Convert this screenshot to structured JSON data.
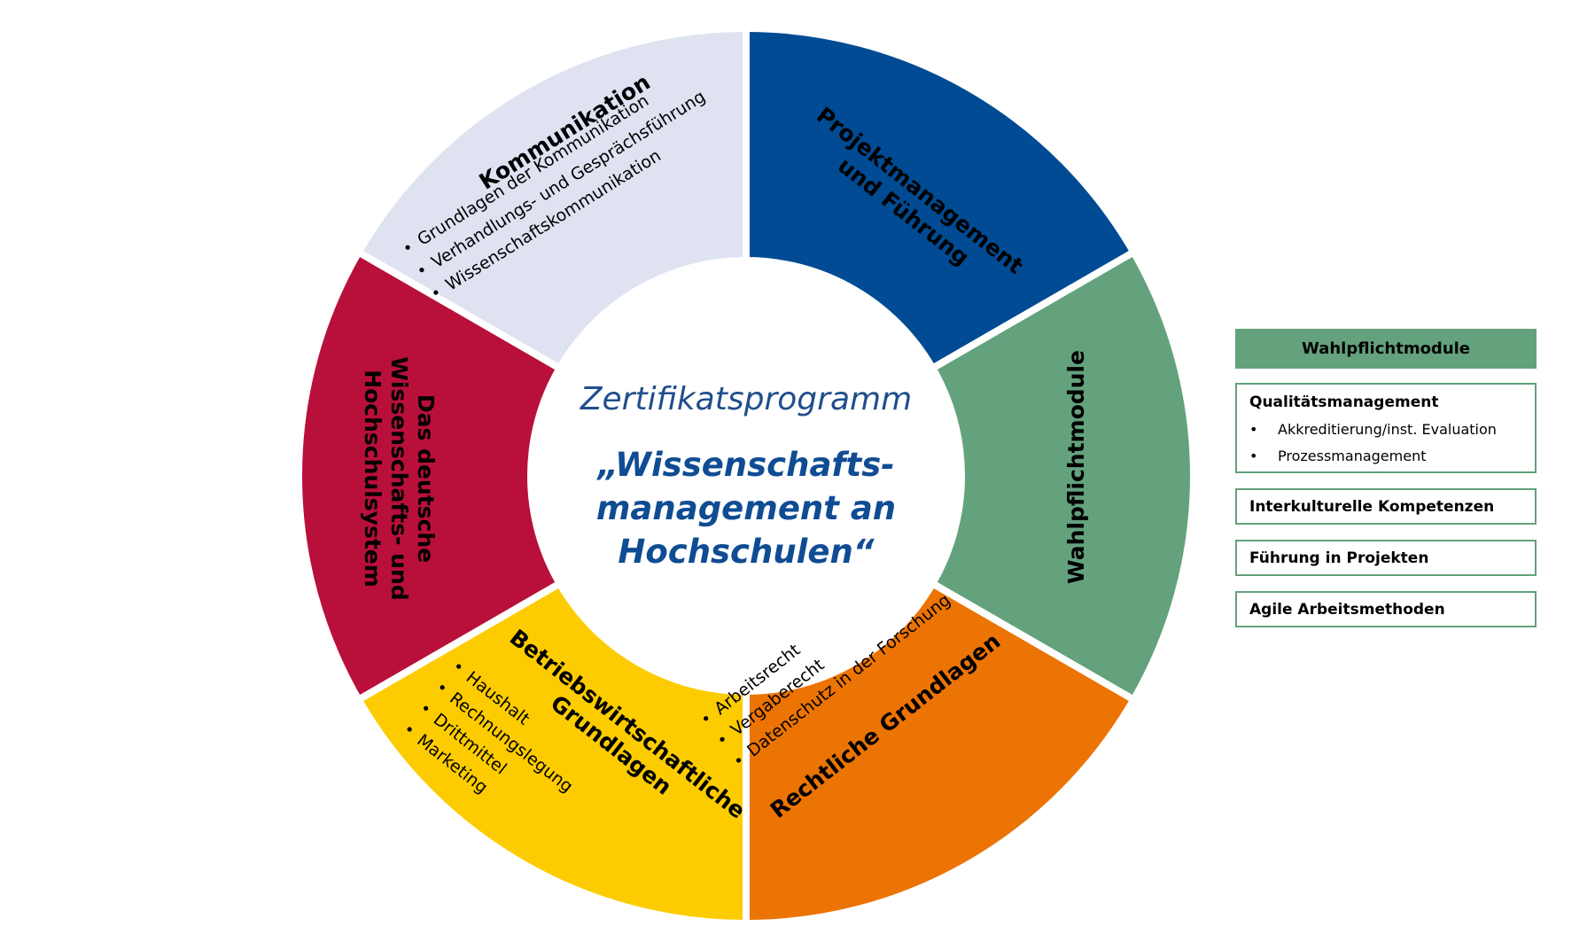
{
  "wheel": {
    "center": {
      "subtitle": "Zertifikatsprogramm",
      "title_lines": [
        "„Wissenschafts-",
        "management an",
        "Hochschulen“"
      ]
    },
    "segments": [
      {
        "id": "projekt",
        "color": "#004b93",
        "title_lines": [
          "Projektmanagement",
          "und Führung"
        ],
        "items": []
      },
      {
        "id": "wahlpflicht",
        "color": "#63a27c",
        "title_lines": [
          "Wahlpflichtmodule"
        ],
        "items": []
      },
      {
        "id": "recht",
        "color": "#ec7404",
        "title_lines": [
          "Rechtliche Grundlagen"
        ],
        "items": [
          "Arbeitsrecht",
          "Vergaberecht",
          "Datenschutz in der Forschung"
        ]
      },
      {
        "id": "bwl",
        "color": "#fccc00",
        "title_lines": [
          "Betriebswirtschaftliche",
          "Grundlagen"
        ],
        "items": [
          "Haushalt",
          "Rechnungslegung",
          "Drittmittel",
          "Marketing"
        ]
      },
      {
        "id": "system",
        "color": "#b8103a",
        "title_lines": [
          "Das deutsche",
          "Wissenschafts- und",
          "Hochschulsystem"
        ],
        "items": []
      },
      {
        "id": "kommunikation",
        "color": "#dfe3f1",
        "title_lines": [
          "Kommunikation"
        ],
        "items": [
          "Grundlagen der Kommunikation",
          "Verhandlungs- und Gesprächsführung",
          "Wissenschaftskommunikation"
        ]
      }
    ]
  },
  "sidebar": {
    "header": "Wahlpflichtmodule",
    "boxes": [
      {
        "title": "Qualitätsmanagement",
        "items": [
          "Akkreditierung/inst. Evaluation",
          "Prozessmanagement"
        ]
      },
      {
        "title": "Interkulturelle Kompetenzen",
        "items": []
      },
      {
        "title": "Führung in Projekten",
        "items": []
      },
      {
        "title": "Agile Arbeitsmethoden",
        "items": []
      }
    ]
  }
}
